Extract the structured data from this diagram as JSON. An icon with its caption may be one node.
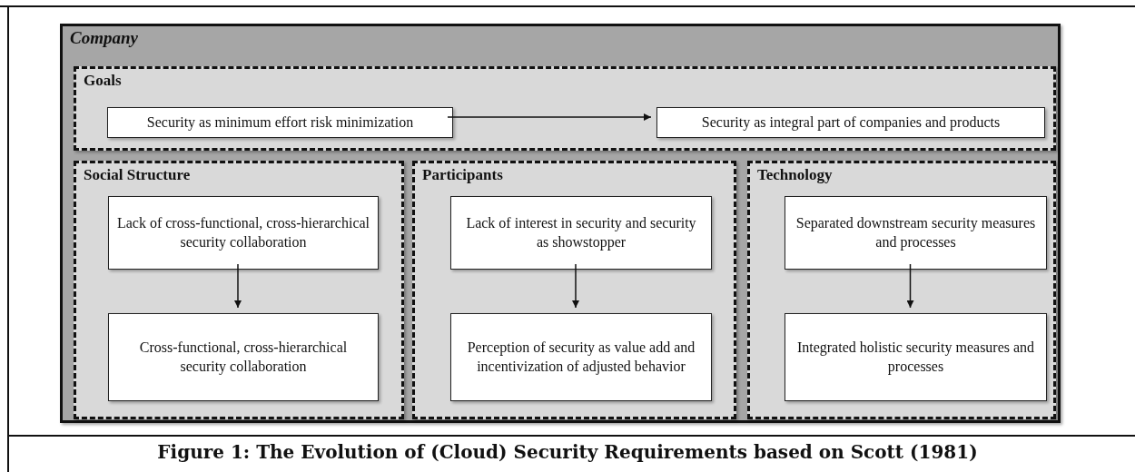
{
  "diagram": {
    "caption": "Figure 1: The Evolution of (Cloud) Security Requirements based on Scott (1981)",
    "nodes": [
      {
        "text": [
          "Company"
        ]
      },
      {
        "text": [
          "Goals"
        ],
        "in": 0
      },
      {
        "text": [
          "Security as minimum effort risk minimization"
        ],
        "in": 1
      },
      {
        "text": [
          "Security as integral part of companies and products"
        ],
        "in": 1
      },
      {
        "text": [
          "Social Structure"
        ],
        "in": 0
      },
      {
        "text": [
          "Lack of cross-functional, cross-hierarchical security collaboration"
        ],
        "in": 4
      },
      {
        "text": [
          "Cross-functional, cross-hierarchical security collaboration"
        ],
        "in": 4
      },
      {
        "text": [
          "Participants"
        ],
        "in": 0
      },
      {
        "text": [
          "Lack of interest in security and security as showstopper"
        ],
        "in": 7
      },
      {
        "text": [
          "Perception of security as value add and incentivization of adjusted behavior"
        ],
        "in": 7
      },
      {
        "text": [
          "Technology"
        ],
        "in": 0
      },
      {
        "text": [
          "Separated downstream security measures and processes"
        ],
        "in": 10
      },
      {
        "text": [
          "Integrated holistic security measures and processes"
        ],
        "in": 10
      }
    ],
    "edges": [
      {
        "from": 2,
        "to": 3,
        "arrow": "to"
      },
      {
        "from": 5,
        "to": 6,
        "arrow": "to"
      },
      {
        "from": 8,
        "to": 9,
        "arrow": "to"
      },
      {
        "from": 11,
        "to": 12,
        "arrow": "to"
      }
    ]
  }
}
